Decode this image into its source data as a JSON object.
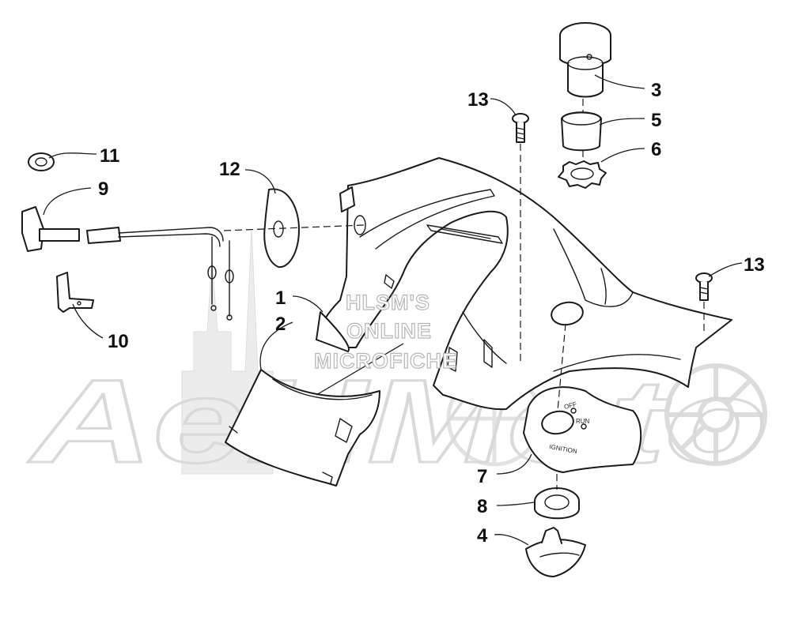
{
  "watermark": {
    "logo": "AeHMoto",
    "lines": [
      "HLSM'S",
      "ONLINE",
      "MICROFICHE"
    ],
    "color": "#d0d0d0"
  },
  "switch_labels": {
    "off": "OFF",
    "run": "RUN",
    "ignition": "IGNITION"
  },
  "callouts": {
    "c1": "1",
    "c2": "2",
    "c3": "3",
    "c4": "4",
    "c5": "5",
    "c6": "6",
    "c7": "7",
    "c8": "8",
    "c9": "9",
    "c10": "10",
    "c11": "11",
    "c12": "12",
    "c13a": "13",
    "c13b": "13"
  }
}
